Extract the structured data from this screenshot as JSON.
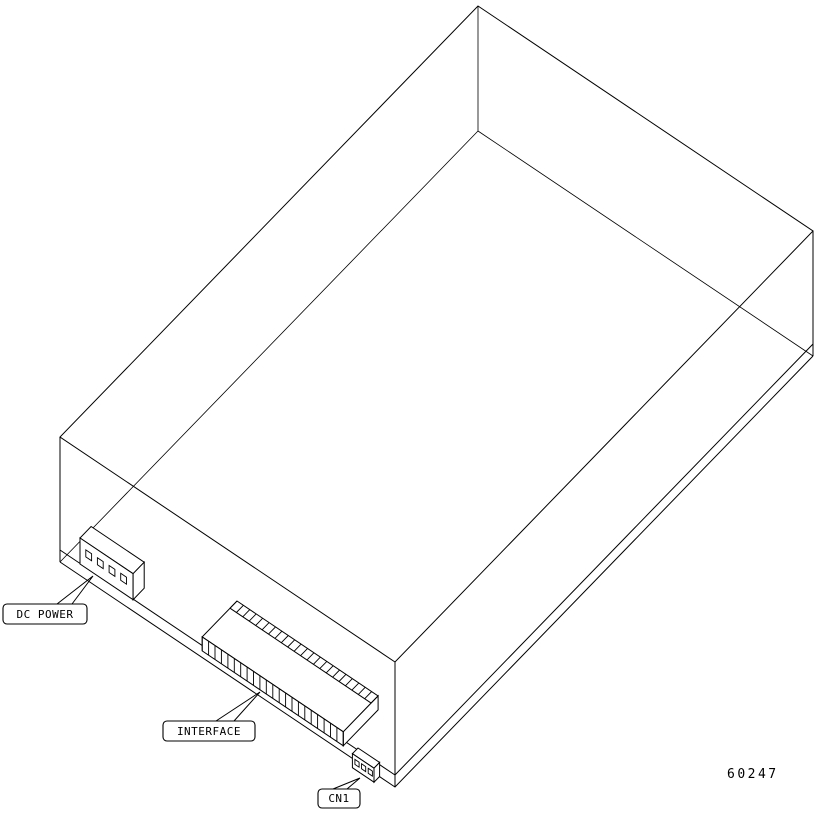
{
  "figure": {
    "number": "60247"
  },
  "callouts": {
    "dc_power": {
      "label": "DC POWER"
    },
    "interface": {
      "label": "INTERFACE"
    },
    "cn1": {
      "label": "CN1"
    }
  },
  "colors": {
    "line": "#000000",
    "background": "#ffffff"
  }
}
